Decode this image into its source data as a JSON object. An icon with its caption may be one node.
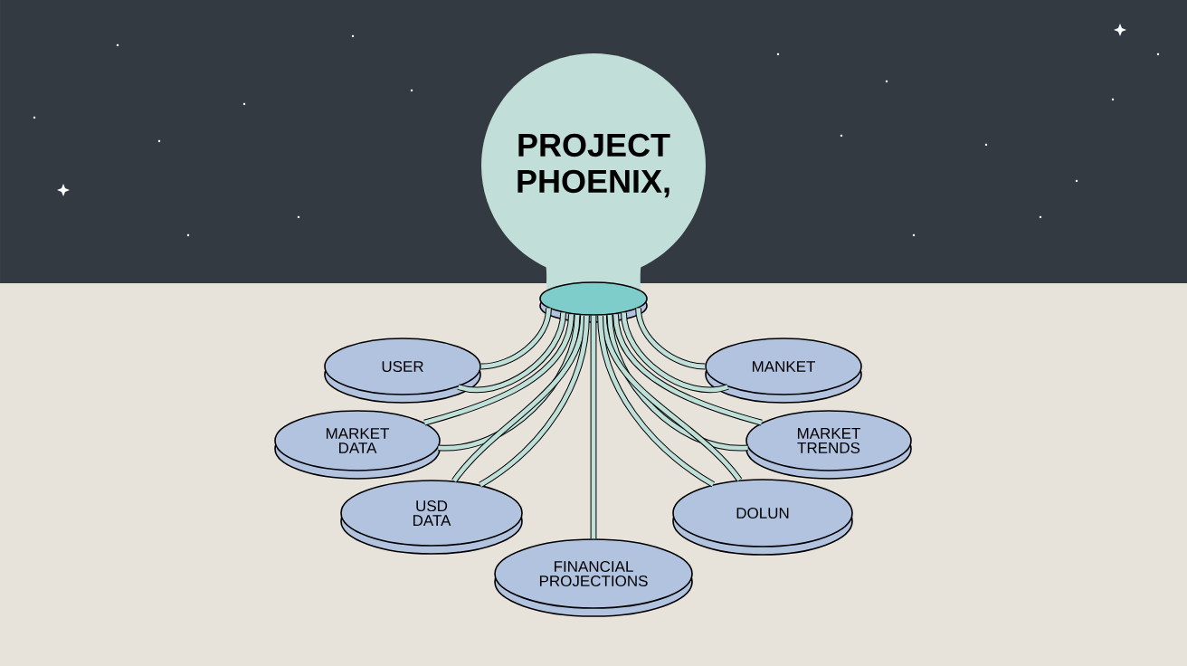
{
  "diagram": {
    "nodes": [
      {
        "text": [
          "PROJECT PHOENIX,"
        ]
      },
      {
        "text": [],
        "shape": "cylinder"
      },
      {
        "text": [
          "USER"
        ]
      },
      {
        "text": [
          "MANKET"
        ]
      },
      {
        "text": [
          "MARKET DATA"
        ]
      },
      {
        "text": [
          "MARKET TRENDS"
        ]
      },
      {
        "text": [
          "USD DATA"
        ]
      },
      {
        "text": [
          "DOLUN"
        ]
      },
      {
        "text": [
          "FINANCIAL PROJECTIONS"
        ]
      }
    ],
    "edges": [
      {
        "from": 1,
        "to": 2,
        "arrow": "none"
      },
      {
        "from": 1,
        "to": 2,
        "arrow": "none"
      },
      {
        "from": 1,
        "to": 3,
        "arrow": "none"
      },
      {
        "from": 1,
        "to": 3,
        "arrow": "none"
      },
      {
        "from": 1,
        "to": 4,
        "arrow": "none"
      },
      {
        "from": 1,
        "to": 4,
        "arrow": "none"
      },
      {
        "from": 1,
        "to": 5,
        "arrow": "none"
      },
      {
        "from": 1,
        "to": 5,
        "arrow": "none"
      },
      {
        "from": 1,
        "to": 6,
        "arrow": "none"
      },
      {
        "from": 1,
        "to": 6,
        "arrow": "none"
      },
      {
        "from": 1,
        "to": 7,
        "arrow": "none"
      },
      {
        "from": 1,
        "to": 7,
        "arrow": "none"
      },
      {
        "from": 1,
        "to": 8,
        "arrow": "none"
      }
    ]
  }
}
